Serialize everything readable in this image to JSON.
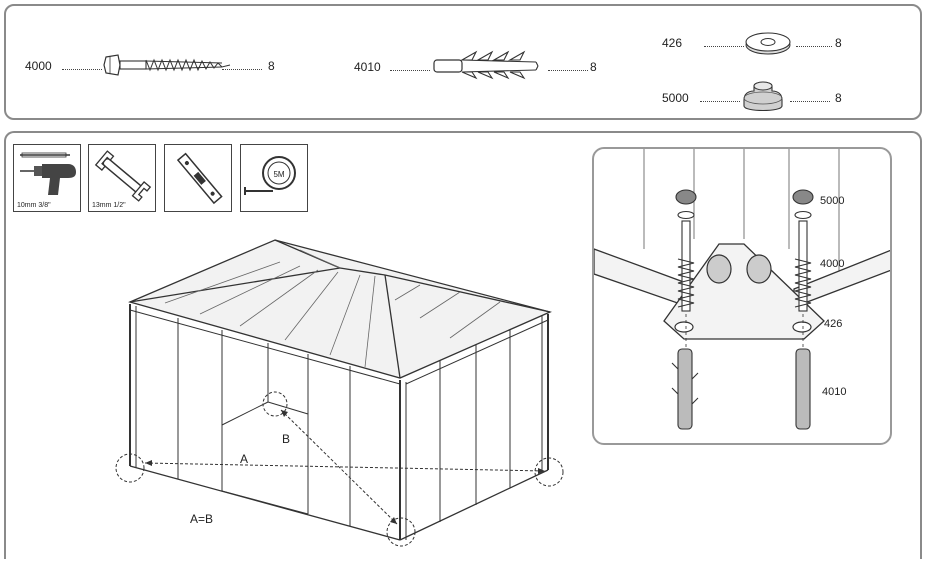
{
  "parts": {
    "screw": {
      "code": "4000",
      "qty": "8"
    },
    "anchor": {
      "code": "4010",
      "qty": "8"
    },
    "washer": {
      "code": "426",
      "qty": "8"
    },
    "cap": {
      "code": "5000",
      "qty": "8"
    }
  },
  "tools": [
    {
      "icon": "drill-icon",
      "caption": "10mm 3/8\""
    },
    {
      "icon": "wrench-icon",
      "caption": "13mm 1/2\""
    },
    {
      "icon": "level-icon",
      "caption": ""
    },
    {
      "icon": "tape-measure-icon",
      "caption": "",
      "tape_label": "5M"
    }
  ],
  "diagram": {
    "label_a": "A",
    "label_b": "B",
    "equation": "A=B"
  },
  "detail": {
    "cap_code": "5000",
    "screw_code": "4000",
    "washer_code": "426",
    "anchor_code": "4010"
  }
}
